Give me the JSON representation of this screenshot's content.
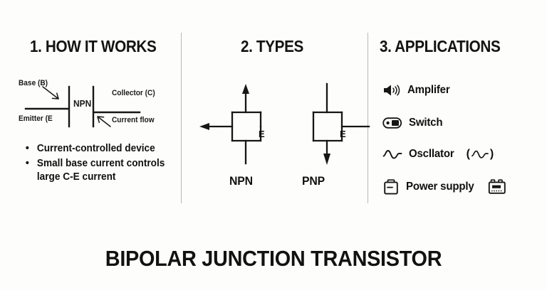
{
  "page": {
    "title": "BIPOLAR JUNCTION TRANSISTOR",
    "background_color": "#fdfdfc",
    "ink_color": "#121212",
    "divider_color": "#b9b9b9"
  },
  "sections": {
    "how_it_works": {
      "heading": "1. HOW IT WORKS",
      "diagram": {
        "center_label": "NPN",
        "labels": {
          "base": "Base (B)",
          "emitter": "Emitter (E",
          "collector": "Collector (C)",
          "current_flow": "Current flow"
        }
      },
      "bullets": [
        "Current-controlled device",
        "Small base current controls large C-E current"
      ]
    },
    "types": {
      "heading": "2. TYPES",
      "items": [
        {
          "caption": "NPN",
          "terminal_label": "E",
          "arrow_direction": "up",
          "emitter_arrow": "left"
        },
        {
          "caption": "PNP",
          "terminal_label": "E",
          "arrow_direction": "down",
          "emitter_arrow": "right"
        }
      ]
    },
    "applications": {
      "heading": "3. APPLICATIONS",
      "items": [
        {
          "label": "Amplifer",
          "icon": "speaker-icon",
          "suffix_icon": ""
        },
        {
          "label": "Switch",
          "icon": "toggle-switch-icon",
          "suffix_icon": ""
        },
        {
          "label": "Oscllator",
          "icon": "sine-wave-icon",
          "suffix_icon": "sine-wave-icon",
          "suffix_open": "(",
          "suffix_close": ")"
        },
        {
          "label": "Power supply",
          "icon": "battery-icon",
          "suffix_icon": "car-battery-icon"
        }
      ]
    }
  }
}
